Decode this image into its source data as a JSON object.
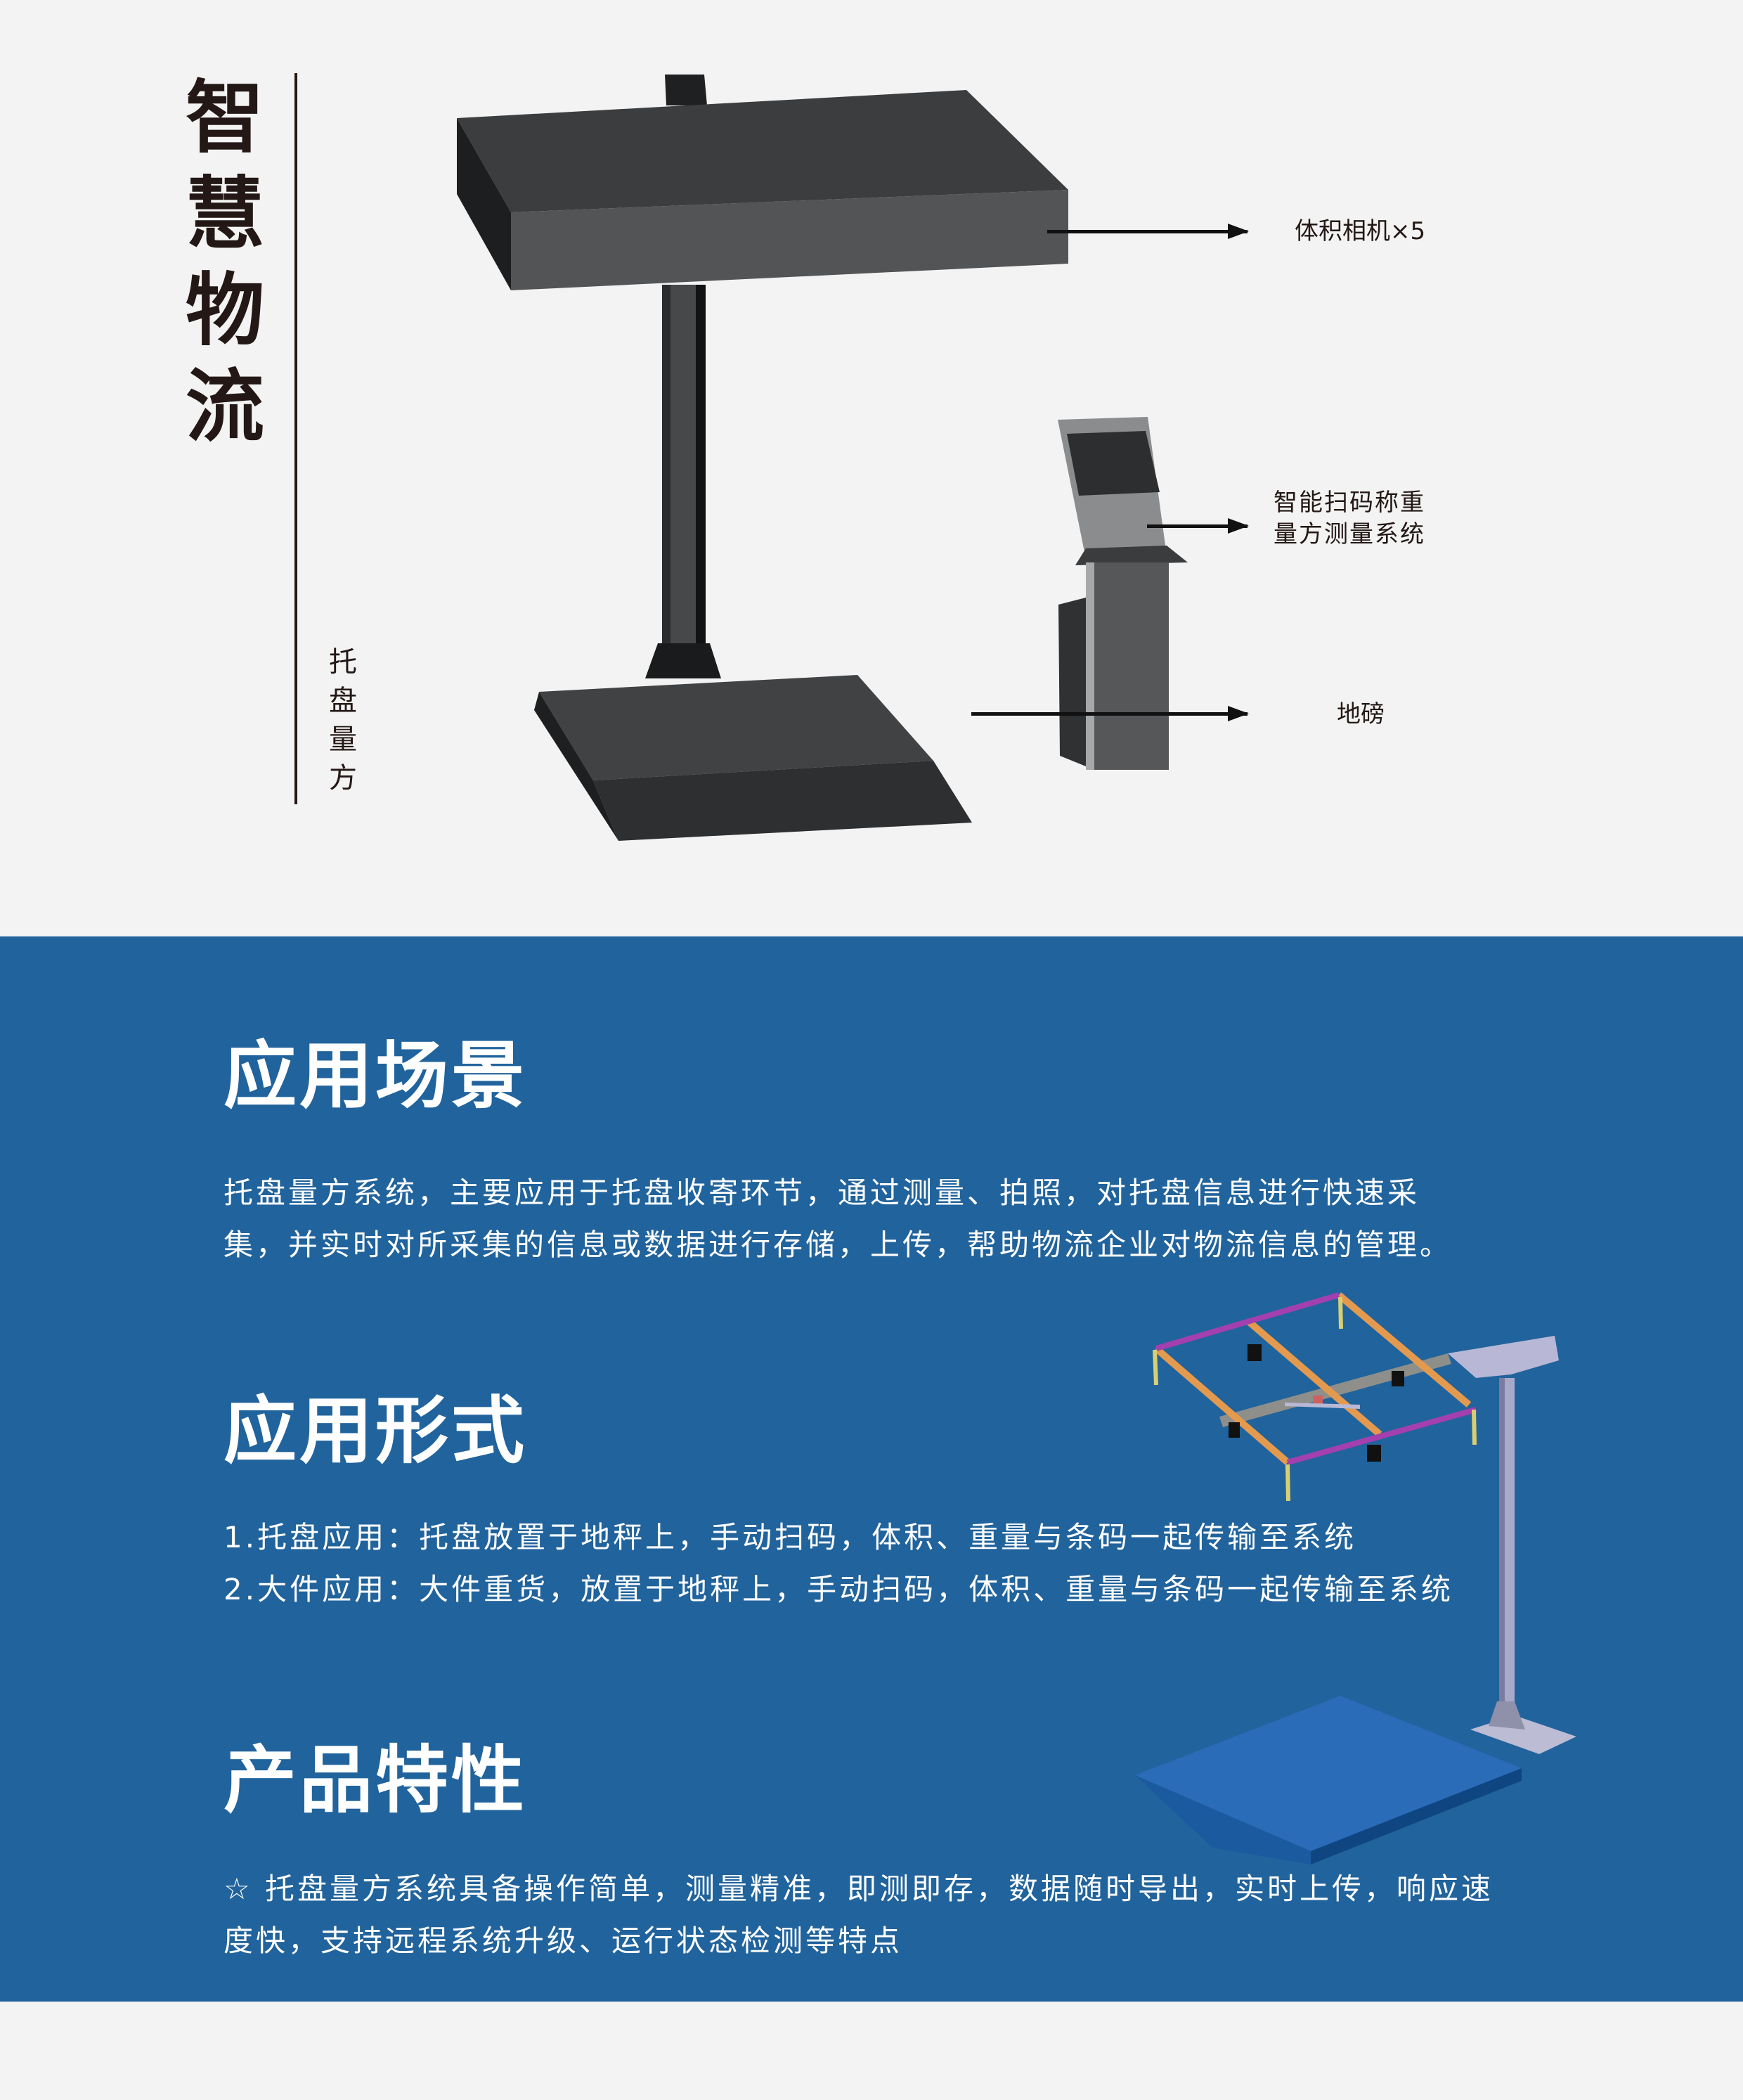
{
  "header": {
    "vertical_title": "智慧物流",
    "vertical_subtitle": "托盘量方"
  },
  "diagram": {
    "callouts": [
      {
        "label": "体积相机×5",
        "target": "camera-housing"
      },
      {
        "label_line1": "智能扫码称重",
        "label_line2": "量方测量系统",
        "target": "kiosk-terminal"
      },
      {
        "label": "地磅",
        "target": "floor-scale"
      }
    ]
  },
  "sections": [
    {
      "title": "应用场景",
      "lines": [
        "托盘量方系统，主要应用于托盘收寄环节，通过测量、拍照，对托盘信息进行快速采",
        "集，并实时对所采集的信息或数据进行存储，上传，帮助物流企业对物流信息的管理。"
      ]
    },
    {
      "title": "应用形式",
      "lines": [
        "1.托盘应用：托盘放置于地秤上，手动扫码，体积、重量与条码一起传输至系统",
        "2.大件应用：大件重货，放置于地秤上，手动扫码，体积、重量与条码一起传输至系统"
      ]
    },
    {
      "title": "产品特性",
      "lines": [
        "☆ 托盘量方系统具备操作简单，测量精准，即测即存，数据随时导出，实时上传，响应速",
        "度快，支持远程系统升级、运行状态检测等特点"
      ]
    }
  ],
  "colors": {
    "top_background": "#f3f3f3",
    "bottom_background": "#21639c",
    "text_dark": "#231815",
    "text_light": "#ffffff",
    "device_dark": "#3c3e40",
    "frame_orange": "#e39a4f",
    "frame_purple": "#a43fb0",
    "platform_blue": "#2a6cb8"
  }
}
